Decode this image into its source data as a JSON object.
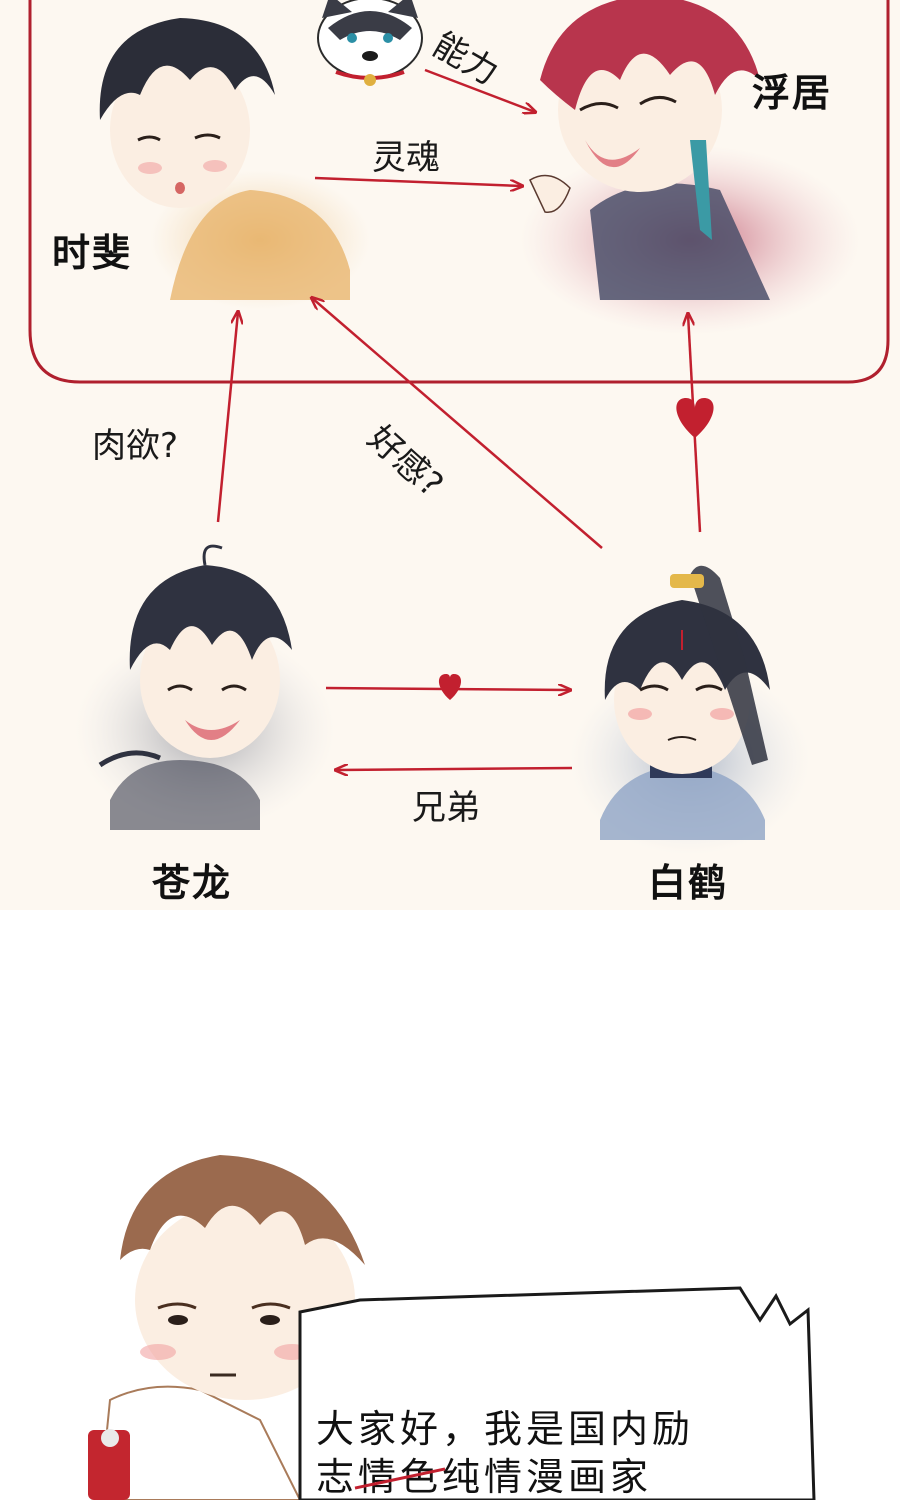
{
  "colors": {
    "arrow": "#c2202f",
    "frame": "#b0202e",
    "paper": "#fdf8f1",
    "ink": "#141414"
  },
  "characters": {
    "shi_fei": "时斐",
    "fu_ju": "浮居",
    "cang_long": "苍龙",
    "bai_he": "白鹤"
  },
  "relations": {
    "nengli": "能力",
    "linghun": "灵魂",
    "rouyu": "肉欲?",
    "haogan": "好感?",
    "xiongdi": "兄弟"
  },
  "speech": {
    "line1": "大家好，我是国内励",
    "line2_prefix": "志",
    "line2_struck": "情色",
    "line2_suffix": "纯情漫画家"
  }
}
